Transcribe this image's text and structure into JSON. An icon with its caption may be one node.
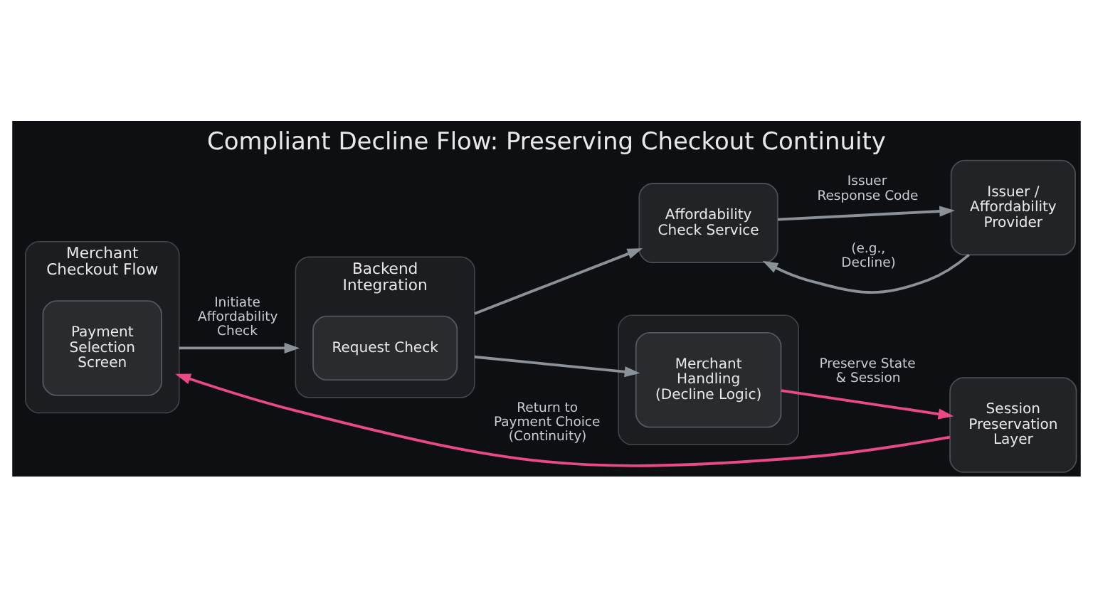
{
  "diagram": {
    "title": "Compliant Decline Flow: Preserving Checkout Continuity",
    "nodes": [
      {
        "text": [
          "Merchant Checkout Flow"
        ]
      },
      {
        "text": [
          "Payment Selection Screen"
        ],
        "in": 0
      },
      {
        "text": [
          "Backend Integration"
        ]
      },
      {
        "text": [
          "Request Check"
        ],
        "in": 2
      },
      {
        "text": [
          "Affordability Check Service"
        ]
      },
      {
        "text": [
          "Issuer / Affordability Provider"
        ]
      },
      {
        "text": [],
        "shape": "box"
      },
      {
        "text": [
          "Merchant Handling (Decline Logic)"
        ],
        "in": 6
      },
      {
        "text": [
          "Session Preservation Layer"
        ]
      }
    ],
    "edges": [
      {
        "from": 0,
        "to": 2,
        "arrow": "to",
        "label": "Initiate Affordability Check"
      },
      {
        "from": 2,
        "to": 4,
        "arrow": "to"
      },
      {
        "from": 4,
        "to": 5,
        "arrow": "to",
        "label": "Issuer Response Code"
      },
      {
        "from": 5,
        "to": 4,
        "arrow": "to",
        "label": "(e.g., Decline)"
      },
      {
        "from": 2,
        "to": 7,
        "arrow": "to"
      },
      {
        "from": 7,
        "to": 8,
        "arrow": "to",
        "label": "Preserve State & Session",
        "color": "#e94a86"
      },
      {
        "from": 8,
        "to": 0,
        "arrow": "to",
        "label": "Return to Payment Choice (Continuity)",
        "color": "#e94a86"
      }
    ]
  }
}
